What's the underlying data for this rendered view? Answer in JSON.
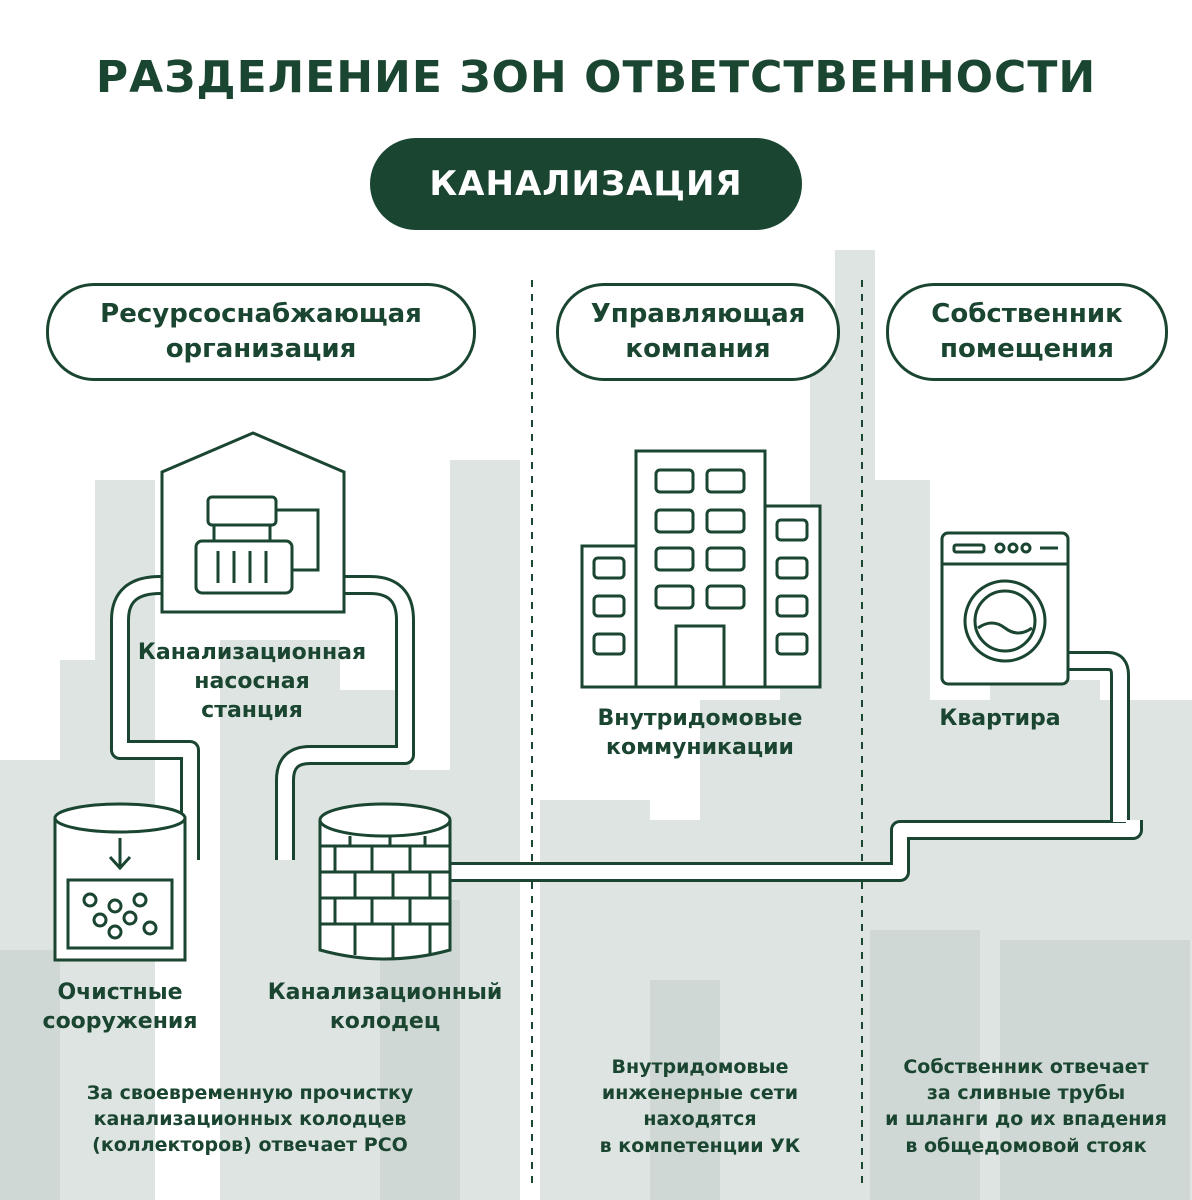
{
  "title": "РАЗДЕЛЕНИЕ ЗОН ОТВЕТСТВЕННОСТИ",
  "category": "КАНАЛИЗАЦИЯ",
  "columns": [
    {
      "header": "Ресурсоснабжающая\nорганизация"
    },
    {
      "header": "Управляющая\nкомпания"
    },
    {
      "header": "Собственник\nпомещения"
    }
  ],
  "nodes": {
    "pump_station": "Канализационная\nнасосная\nстанция",
    "treatment": "Очистные\nсооружения",
    "well": "Канализационный\nколодец",
    "building": "Внутридомовые\nкоммуникации",
    "apartment": "Квартира"
  },
  "notes": {
    "rso": "За своевременную прочистку\nканализационных колодцев\n(коллекторов) отвечает РСО",
    "uk": "Внутридомовые\nинженерные сети\nнаходятся\nв компетенции УК",
    "owner": "Собственник отвечает\nза сливные трубы\nи шланги до их впадения\nв общедомовой стояк"
  },
  "colors": {
    "primary": "#1a4530",
    "skyline": "#dde3e0",
    "background": "#ffffff"
  }
}
